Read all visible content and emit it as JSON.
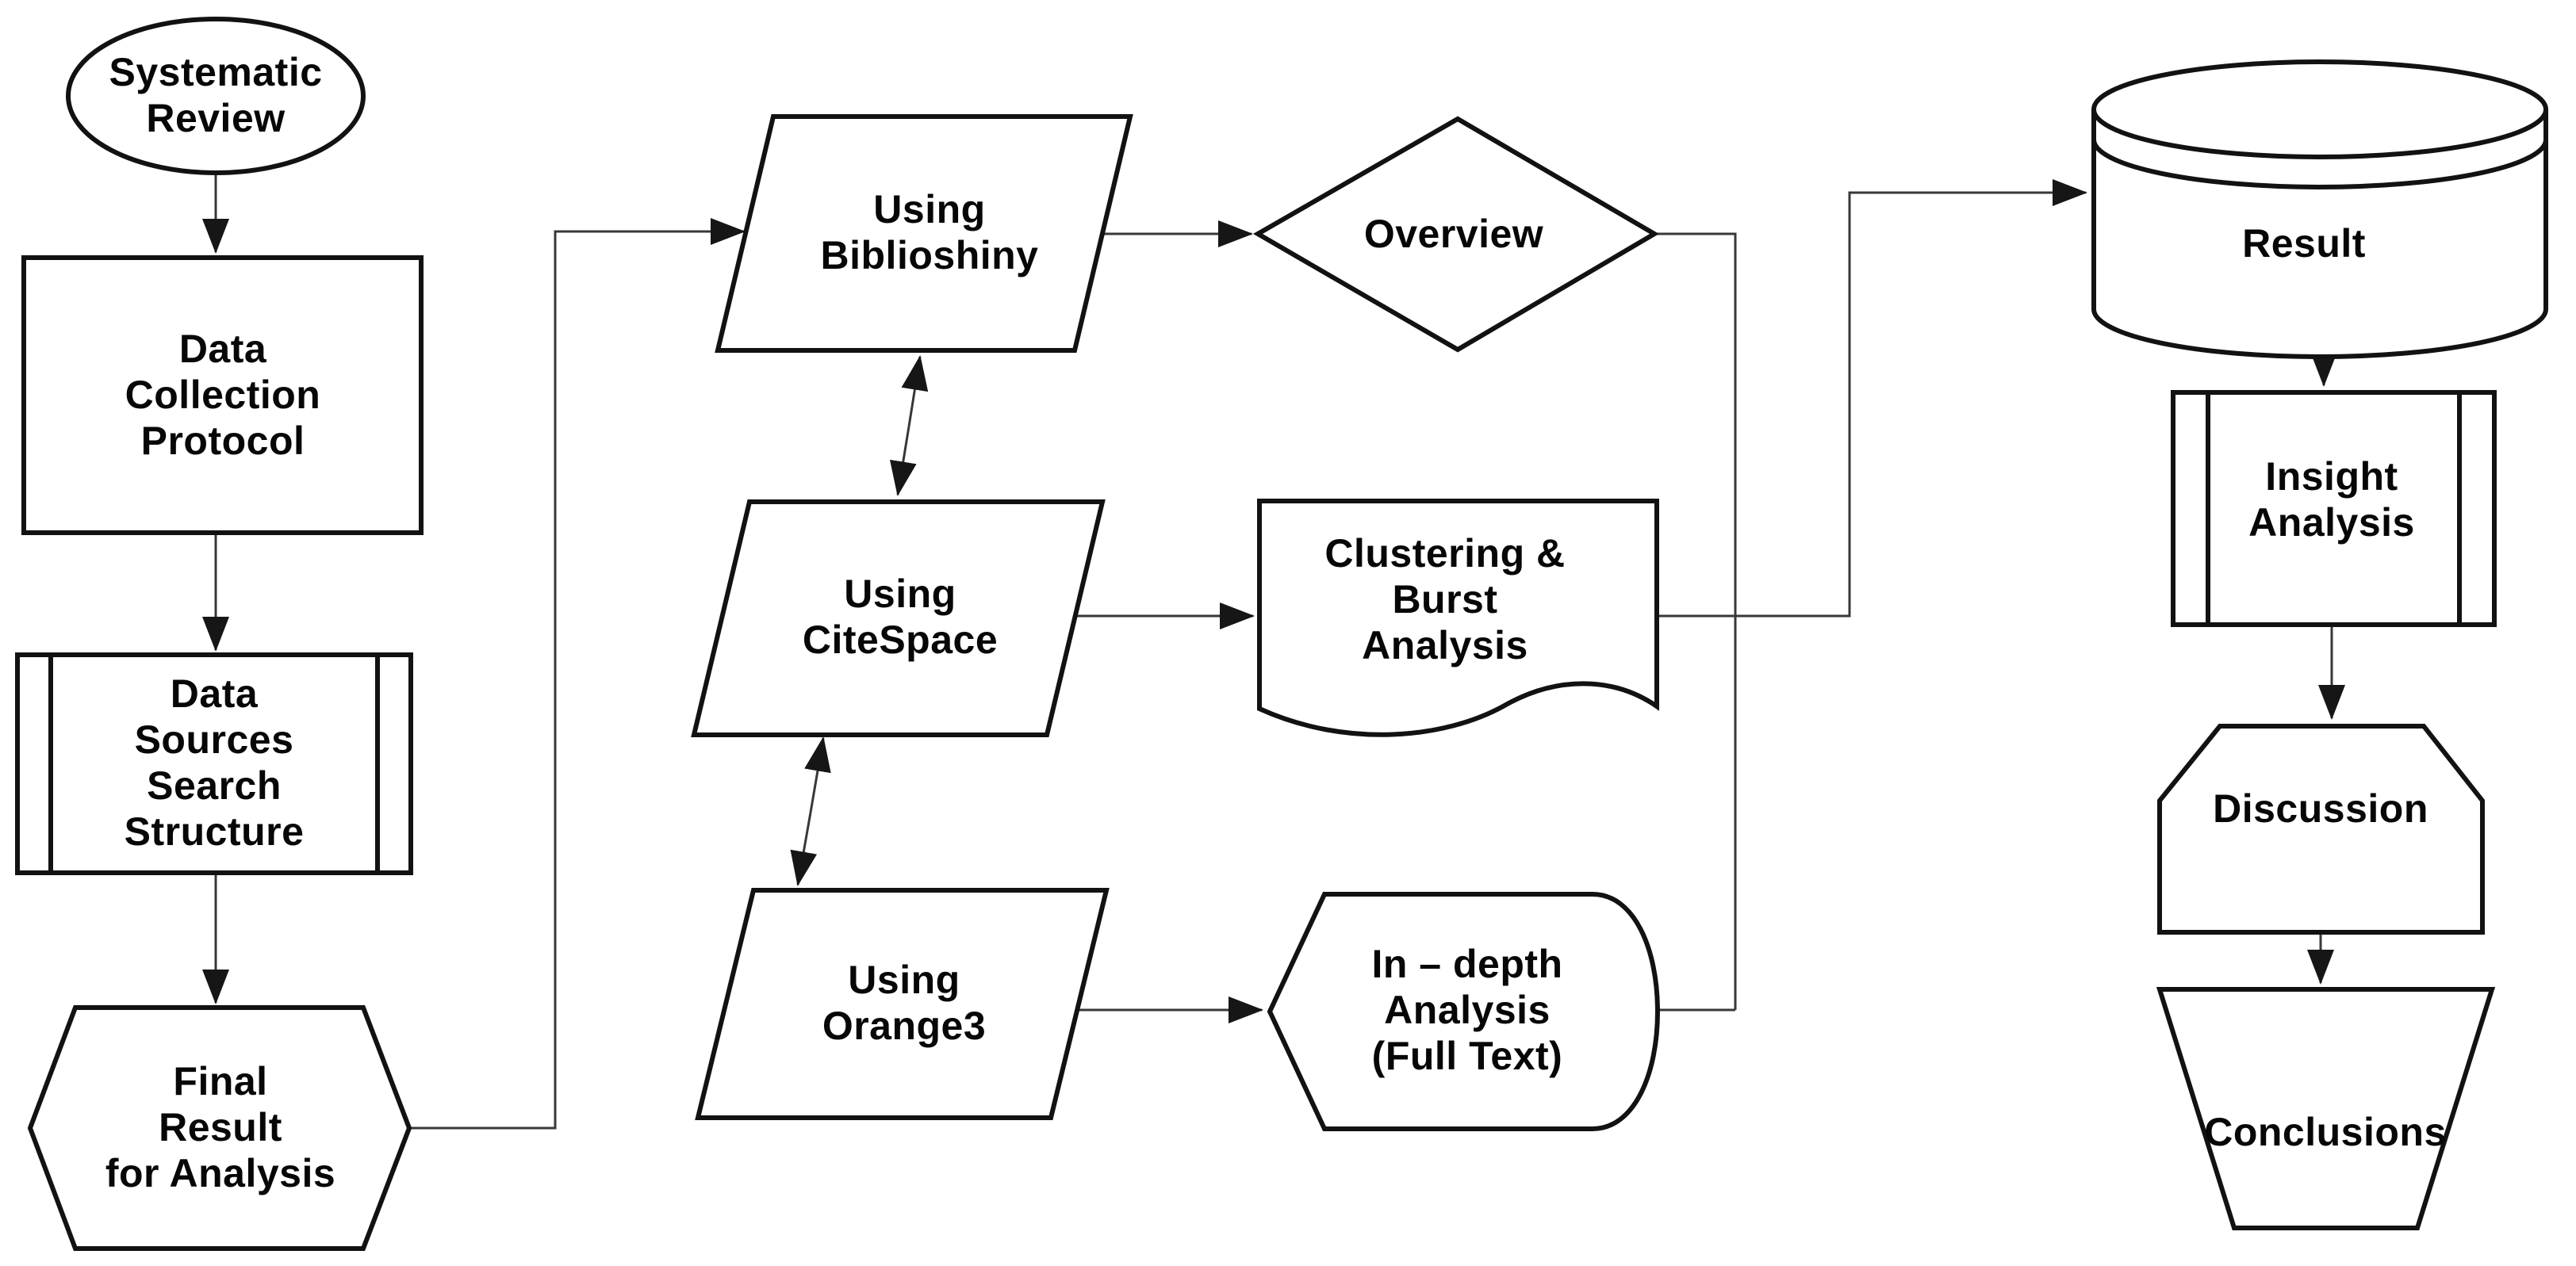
{
  "diagram": {
    "background": "#ffffff",
    "shape_stroke": "#121212",
    "connector_stroke": "#383838",
    "text_color": "#070707",
    "nodes": [
      {
        "id": "systematic-review",
        "shape": "ellipse",
        "label": "Systematic\nReview"
      },
      {
        "id": "data-collection-protocol",
        "shape": "process",
        "label": "Data\nCollection\nProtocol"
      },
      {
        "id": "data-sources-search-structure",
        "shape": "predefined-process",
        "label": "Data\nSources\nSearch\nStructure"
      },
      {
        "id": "final-result-for-analysis",
        "shape": "hexagon",
        "label": "Final\nResult\nfor Analysis"
      },
      {
        "id": "using-biblioshiny",
        "shape": "parallelogram",
        "label": "Using\nBiblioshiny"
      },
      {
        "id": "using-citespace",
        "shape": "parallelogram",
        "label": "Using\nCiteSpace"
      },
      {
        "id": "using-orange3",
        "shape": "parallelogram",
        "label": "Using\nOrange3"
      },
      {
        "id": "overview",
        "shape": "diamond",
        "label": "Overview"
      },
      {
        "id": "clustering-burst-analysis",
        "shape": "document",
        "label": "Clustering &\nBurst\nAnalysis"
      },
      {
        "id": "in-depth-analysis",
        "shape": "display",
        "label": "In – depth\nAnalysis\n(Full Text)"
      },
      {
        "id": "result",
        "shape": "database",
        "label": "Result"
      },
      {
        "id": "insight-analysis",
        "shape": "predefined-process",
        "label": "Insight\nAnalysis"
      },
      {
        "id": "discussion",
        "shape": "card",
        "label": "Discussion"
      },
      {
        "id": "conclusions",
        "shape": "trapezoid",
        "label": "Conclusions"
      }
    ],
    "edges": [
      {
        "from": "systematic-review",
        "to": "data-collection-protocol",
        "type": "arrow"
      },
      {
        "from": "data-collection-protocol",
        "to": "data-sources-search-structure",
        "type": "arrow"
      },
      {
        "from": "data-sources-search-structure",
        "to": "final-result-for-analysis",
        "type": "arrow"
      },
      {
        "from": "final-result-for-analysis",
        "to": "using-biblioshiny",
        "type": "arrow"
      },
      {
        "from": "using-biblioshiny",
        "to": "using-citespace",
        "type": "double-arrow"
      },
      {
        "from": "using-citespace",
        "to": "using-orange3",
        "type": "double-arrow"
      },
      {
        "from": "using-biblioshiny",
        "to": "overview",
        "type": "arrow"
      },
      {
        "from": "using-citespace",
        "to": "clustering-burst-analysis",
        "type": "arrow"
      },
      {
        "from": "using-orange3",
        "to": "in-depth-analysis",
        "type": "arrow"
      },
      {
        "from": "overview",
        "to": "result",
        "type": "line"
      },
      {
        "from": "in-depth-analysis",
        "to": "result",
        "type": "line"
      },
      {
        "from": "clustering-burst-analysis",
        "to": "result",
        "type": "arrow"
      },
      {
        "from": "result",
        "to": "insight-analysis",
        "type": "arrow"
      },
      {
        "from": "insight-analysis",
        "to": "discussion",
        "type": "arrow"
      },
      {
        "from": "discussion",
        "to": "conclusions",
        "type": "arrow"
      }
    ]
  }
}
